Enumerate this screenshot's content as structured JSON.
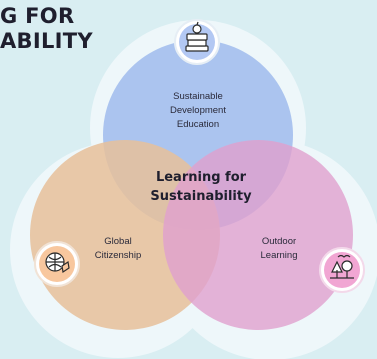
{
  "title": {
    "line1": "G FOR",
    "line2": "ABILITY"
  },
  "diagram": {
    "center_label_lines": [
      "Learning for",
      "Sustainability"
    ],
    "circles": [
      {
        "key": "top",
        "label_lines": [
          "Sustainable",
          "Development",
          "Education"
        ],
        "icon": "books-apple-icon",
        "color": "#b3c8f3"
      },
      {
        "key": "left",
        "label_lines": [
          "Global",
          "Citizenship"
        ],
        "icon": "globe-hand-icon",
        "color": "#f8c79e"
      },
      {
        "key": "right",
        "label_lines": [
          "Outdoor",
          "Learning"
        ],
        "icon": "trees-icon",
        "color": "#f1a6d3"
      }
    ]
  },
  "colors": {
    "background": "#d9eef2",
    "halo": "#eef7fa",
    "icon_badge": "#ffffff",
    "text": "#2a2a3a"
  }
}
